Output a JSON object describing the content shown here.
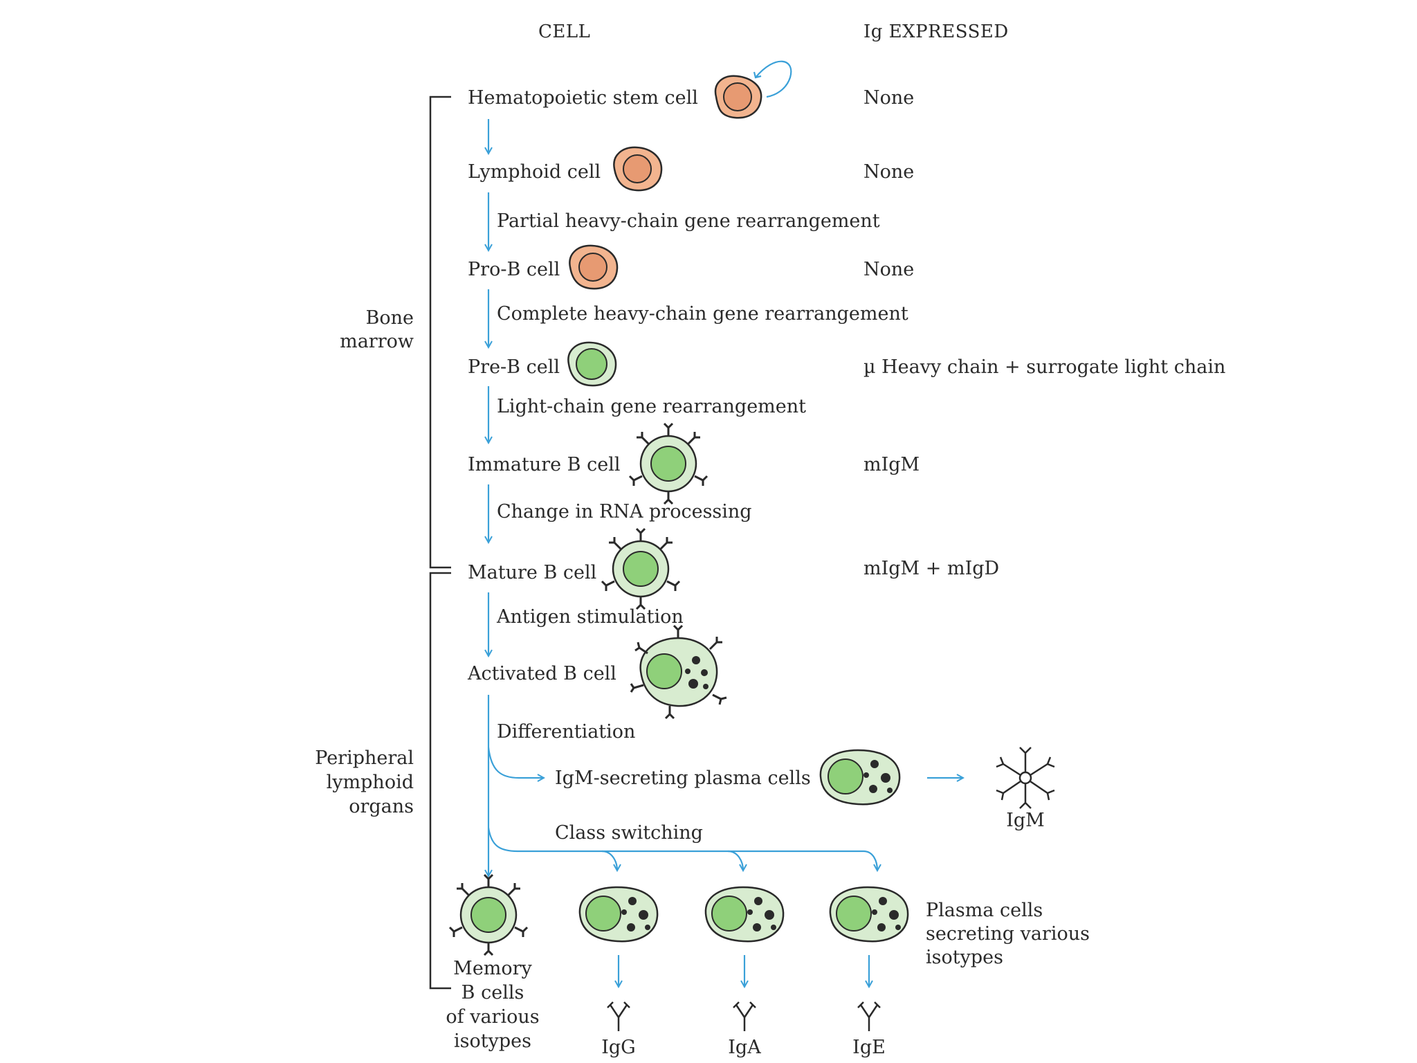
{
  "headers": {
    "cell": "CELL",
    "ig_expressed": "Ig EXPRESSED"
  },
  "stages": [
    {
      "cell": "Hematopoietic stem  cell",
      "ig": "None"
    },
    {
      "cell": "Lymphoid cell",
      "ig": "None"
    },
    {
      "cell": "Pro-B cell",
      "ig": "None"
    },
    {
      "cell": "Pre-B cell",
      "ig": "µ Heavy chain + surrogate light chain"
    },
    {
      "cell": "Immature B cell",
      "ig": "mIgM"
    },
    {
      "cell": "Mature B cell",
      "ig": "mIgM + mIgD"
    },
    {
      "cell": "Activated B cell",
      "ig": ""
    }
  ],
  "transitions": [
    "",
    "Partial heavy-chain gene rearrangement",
    "Complete heavy-chain gene rearrangement",
    "Light-chain gene rearrangement",
    "Change in RNA processing",
    "Antigen stimulation",
    "Differentiation"
  ],
  "regions": {
    "bone_marrow": [
      "Bone",
      "marrow"
    ],
    "peripheral": [
      "Peripheral",
      "lymphoid",
      "organs"
    ]
  },
  "igm_branch": {
    "label": "IgM-secreting plasma cells",
    "product": "IgM"
  },
  "class_switching": "Class switching",
  "memory_cells": [
    "Memory",
    "B cells",
    "of various",
    "isotypes"
  ],
  "plasma_cells_note": [
    "Plasma cells",
    "secreting various",
    "isotypes"
  ],
  "isotypes": [
    "IgG",
    "IgA",
    "IgE"
  ],
  "colors": {
    "arrow": "#3aa0d8",
    "early_cell_fill": "#f2b48f",
    "early_nucleus": "#e79a72",
    "b_cell_fill": "#d8ecd0",
    "b_nucleus": "#8fd07a",
    "outline": "#2a2a2a"
  }
}
